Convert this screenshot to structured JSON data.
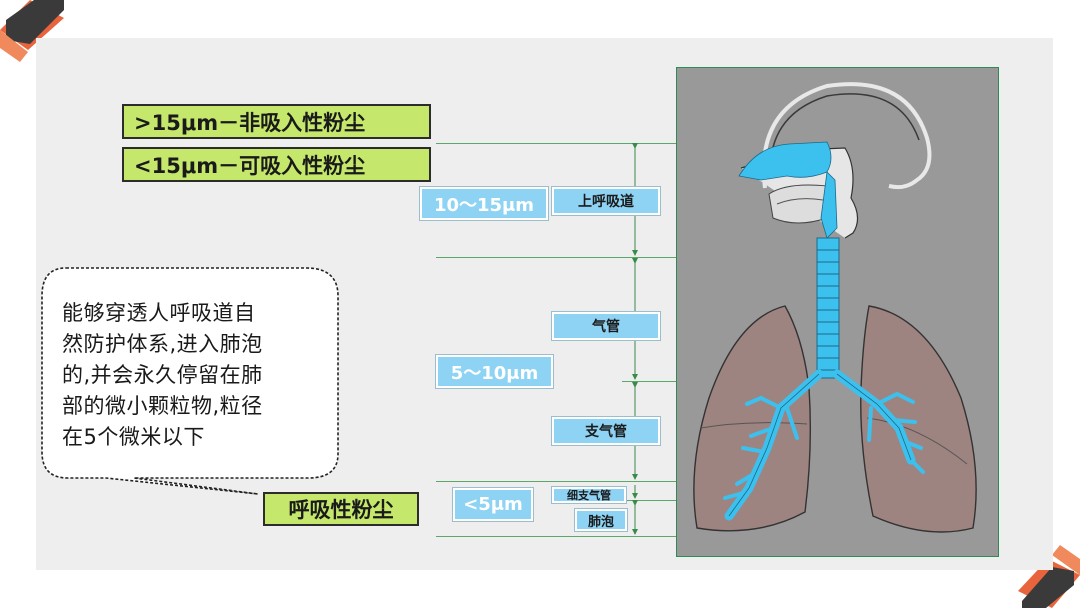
{
  "labels": {
    "non_inhalable": ">15μm－非吸入性粉尘",
    "inhalable": "<15μm－可吸入性粉尘",
    "respirable": "呼吸性粉尘"
  },
  "bubble": {
    "lines": [
      "能够穿透人呼吸道自",
      "然防护体系,进入肺泡",
      "的,并会永久停留在肺",
      "部的微小颗粒物,粒径",
      "在5个微米以下"
    ]
  },
  "sizes": {
    "range_upper": "10～15μm",
    "range_mid": "5～10μm",
    "range_low": "<5μm"
  },
  "regions": {
    "upper_airway": "上呼吸道",
    "trachea": "气管",
    "bronchi": "支气管",
    "bronchioles": "细支气管",
    "alveoli": "肺泡"
  },
  "colors": {
    "green_box": "#c5e86c",
    "blue_box": "#8ed3f4",
    "airway_blue": "#3cc0ee",
    "lung_brown": "#9e8480",
    "guide_green": "#5aa86a"
  }
}
